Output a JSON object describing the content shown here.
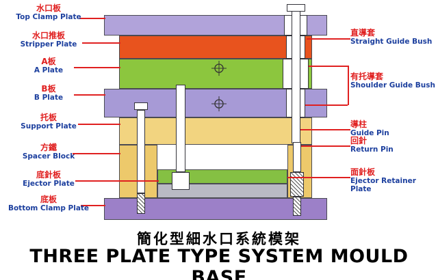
{
  "title": {
    "zh": "簡化型細水口系統模架",
    "en": "THREE PLATE TYPE SYSTEM MOULD BASE"
  },
  "left_labels": [
    {
      "zh": "水口板",
      "en": "Top Clamp Plate"
    },
    {
      "zh": "水口推板",
      "en": "Stripper Plate"
    },
    {
      "zh": "A板",
      "en": "A Plate"
    },
    {
      "zh": "B板",
      "en": "B Plate"
    },
    {
      "zh": "托板",
      "en": "Support Plate"
    },
    {
      "zh": "方鐵",
      "en": "Spacer Block"
    },
    {
      "zh": "底針板",
      "en": "Ejector Plate"
    },
    {
      "zh": "底板",
      "en": "Bottom Clamp Plate"
    }
  ],
  "right_labels": [
    {
      "zh": "直導套",
      "en": "Straight Guide Bush"
    },
    {
      "zh": "有托導套",
      "en": "Shoulder Guide Bush"
    },
    {
      "zh": "導柱",
      "en": "Guide Pin"
    },
    {
      "zh": "回針",
      "en": "Return Pin"
    },
    {
      "zh": "面針板",
      "en": "Ejector Retainer Plate"
    }
  ],
  "colors": {
    "top_clamp_plate": "#b1a3da",
    "stripper_plate": "#e8531e",
    "a_plate": "#8cc63e",
    "b_plate": "#a79ad6",
    "support_plate": "#f2d480",
    "spacer_block": "#edc96b",
    "ejector_retainer_plate": "#85c043",
    "ejector_plate": "#b9bac4",
    "bottom_clamp_plate": "#9c80c8",
    "leader_line": "#e02020",
    "label_zh": "#e02020",
    "label_en": "#1c3f9e"
  }
}
